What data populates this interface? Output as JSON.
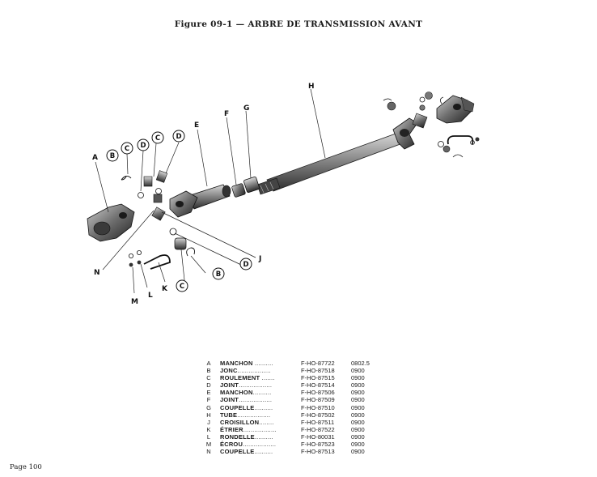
{
  "title": "Figure 09-1 — ARBRE DE TRANSMISSION AVANT",
  "callouts": {
    "A": "A",
    "B": "B",
    "C": "C",
    "D": "D",
    "E": "E",
    "F": "F",
    "G": "G",
    "H": "H",
    "J": "J",
    "K": "K",
    "L": "L",
    "M": "M",
    "N": "N"
  },
  "parts": [
    {
      "letter": "A",
      "name": "MANCHON",
      "dots": " ..........",
      "ref": "F-HO-87722",
      "code": "0802.5"
    },
    {
      "letter": "B",
      "name": "JONC",
      "dots": "..................",
      "ref": "F-HO-87518",
      "code": "0900"
    },
    {
      "letter": "C",
      "name": "ROULEMENT",
      "dots": " .......",
      "ref": "F-HO-87515",
      "code": "0900"
    },
    {
      "letter": "D",
      "name": "JOINT",
      "dots": "..................",
      "ref": "F-HO-87514",
      "code": "0900"
    },
    {
      "letter": "E",
      "name": "MANCHON",
      "dots": "..........",
      "ref": "F-HO-87506",
      "code": "0900"
    },
    {
      "letter": "F",
      "name": "JOINT",
      "dots": "..................",
      "ref": "F-HO-87509",
      "code": "0900"
    },
    {
      "letter": "G",
      "name": "COUPELLE",
      "dots": "..........",
      "ref": "F-HO-87510",
      "code": "0900"
    },
    {
      "letter": "H",
      "name": "TUBE",
      "dots": "..................",
      "ref": "F-HO-87502",
      "code": "0900"
    },
    {
      "letter": "J",
      "name": "CROISILLON",
      "dots": "........",
      "ref": "F-HO-87511",
      "code": "0900"
    },
    {
      "letter": "K",
      "name": "ÉTRIER",
      "dots": "..................",
      "ref": "F-HO-87522",
      "code": "0900"
    },
    {
      "letter": "L",
      "name": "RONDELLE",
      "dots": "..........",
      "ref": "F-HO-80031",
      "code": "0900"
    },
    {
      "letter": "M",
      "name": "ÉCROU",
      "dots": "..................",
      "ref": "F-HO-87523",
      "code": "0900"
    },
    {
      "letter": "N",
      "name": "COUPELLE",
      "dots": "..........",
      "ref": "F-HO-87513",
      "code": "0900"
    }
  ],
  "footer": "Page 100"
}
